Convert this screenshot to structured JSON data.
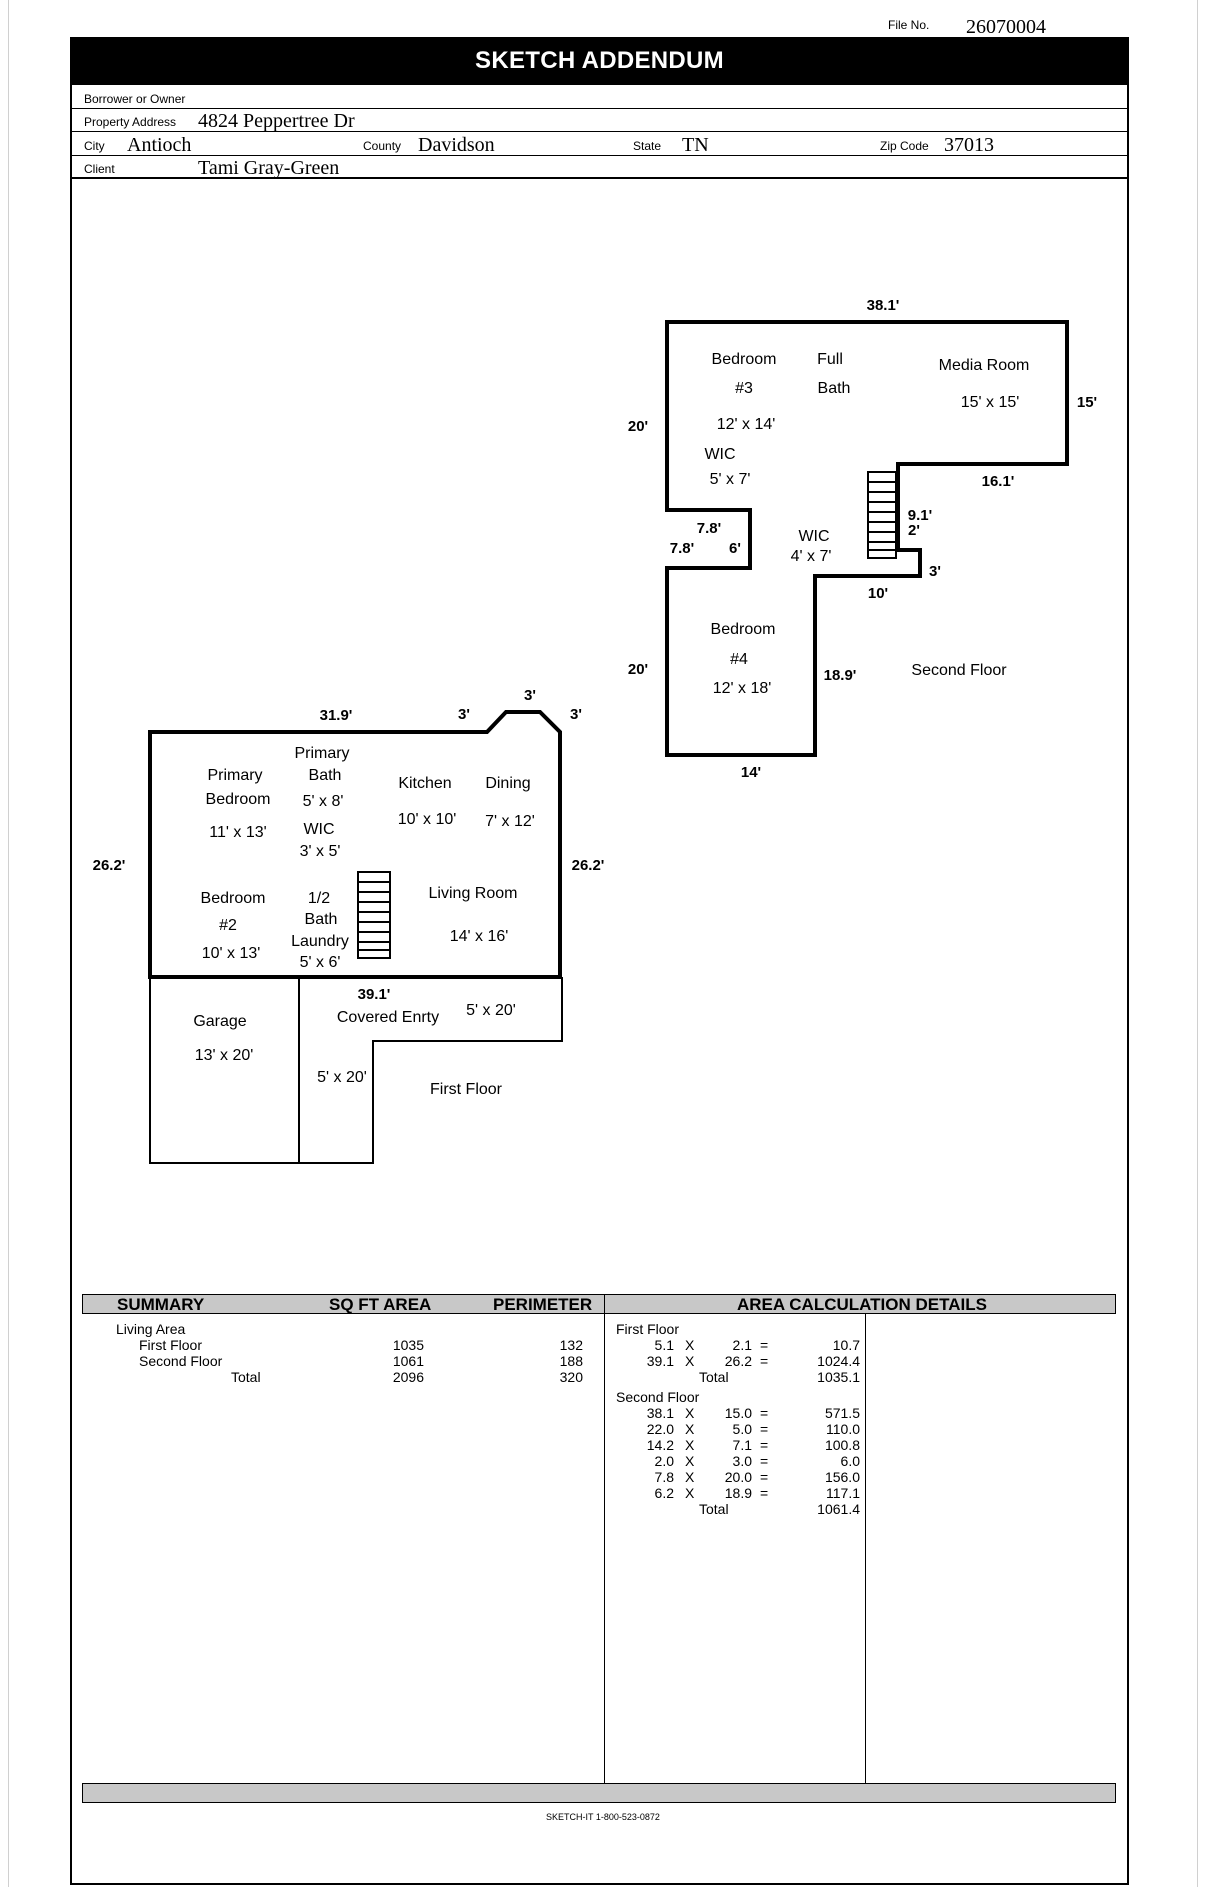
{
  "file_no": {
    "label": "File No.",
    "value": "26070004"
  },
  "title": "SKETCH ADDENDUM",
  "header": {
    "borrower_label": "Borrower or Owner",
    "borrower_value": "",
    "address_label": "Property Address",
    "address_value": "4824 Peppertree Dr",
    "city_label": "City",
    "city_value": "Antioch",
    "county_label": "County",
    "county_value": "Davidson",
    "state_label": "State",
    "state_value": "TN",
    "zip_label": "Zip Code",
    "zip_value": "37013",
    "client_label": "Client",
    "client_value": "Tami Gray-Green"
  },
  "sketch": {
    "second_floor": {
      "label": "Second Floor",
      "rooms": {
        "bedroom3_a": "Bedroom",
        "bedroom3_b": "#3",
        "bedroom3_size": "12' x 14'",
        "full_bath_a": "Full",
        "full_bath_b": "Bath",
        "media_room": "Media Room",
        "media_size": "15' x 15'",
        "wic1": "WIC",
        "wic1_size": "5' x 7'",
        "wic2": "WIC",
        "wic2_size": "4' x 7'",
        "bedroom4_a": "Bedroom",
        "bedroom4_b": "#4",
        "bedroom4_size": "12' x 18'"
      },
      "dims": {
        "top": "38.1'",
        "right": "15'",
        "step": "16.1'",
        "left_top": "20'",
        "notch_top": "7.8'",
        "notch_left": "7.8'",
        "notch_right": "6'",
        "stair_a": "9.1'",
        "stair_b": "2'",
        "stair_c": "3'",
        "stair_d": "10'",
        "left_bottom": "20'",
        "right_bottom": "18.9'",
        "bottom": "14'"
      }
    },
    "first_floor": {
      "label": "First Floor",
      "rooms": {
        "primary_bed_a": "Primary",
        "primary_bed_b": "Bedroom",
        "primary_bed_size": "11' x 13'",
        "primary_bath_a": "Primary",
        "primary_bath_b": "Bath",
        "primary_bath_size": "5' x 8'",
        "wic": "WIC",
        "wic_size": "3' x 5'",
        "kitchen": "Kitchen",
        "kitchen_size": "10' x 10'",
        "dining": "Dining",
        "dining_size": "7' x 12'",
        "bedroom2_a": "Bedroom",
        "bedroom2_b": "#2",
        "bedroom2_size": "10' x 13'",
        "half_bath_a": "1/2",
        "half_bath_b": "Bath",
        "laundry": "Laundry",
        "laundry_size": "5' x 6'",
        "living": "Living Room",
        "living_size": "14' x 16'",
        "garage": "Garage",
        "garage_size": "13' x 20'",
        "covered_entry": "Covered Enrty",
        "covered_size_a": "5' x 20'",
        "covered_size_b": "5' x 20'"
      },
      "dims": {
        "top": "31.9'",
        "top_a": "3'",
        "top_b": "3'",
        "top_c": "3'",
        "left": "26.2'",
        "right": "26.2'",
        "bottom": "39.1'"
      }
    }
  },
  "summary": {
    "headers": {
      "summary": "SUMMARY",
      "area": "SQ FT AREA",
      "perimeter": "PERIMETER",
      "details": "AREA CALCULATION DETAILS"
    },
    "living_area_label": "Living Area",
    "rows": [
      {
        "label": "First Floor",
        "area": "1035",
        "perimeter": "132"
      },
      {
        "label": "Second Floor",
        "area": "1061",
        "perimeter": "188"
      },
      {
        "label": "Total",
        "area": "2096",
        "perimeter": "320"
      }
    ]
  },
  "calc": {
    "first_floor_label": "First Floor",
    "first_floor": [
      {
        "a": "5.1",
        "x": "X",
        "b": "2.1",
        "eq": "=",
        "r": "10.7"
      },
      {
        "a": "39.1",
        "x": "X",
        "b": "26.2",
        "eq": "=",
        "r": "1024.4"
      }
    ],
    "first_total_label": "Total",
    "first_total": "1035.1",
    "second_floor_label": "Second Floor",
    "second_floor": [
      {
        "a": "38.1",
        "x": "X",
        "b": "15.0",
        "eq": "=",
        "r": "571.5"
      },
      {
        "a": "22.0",
        "x": "X",
        "b": "5.0",
        "eq": "=",
        "r": "110.0"
      },
      {
        "a": "14.2",
        "x": "X",
        "b": "7.1",
        "eq": "=",
        "r": "100.8"
      },
      {
        "a": "2.0",
        "x": "X",
        "b": "3.0",
        "eq": "=",
        "r": "6.0"
      },
      {
        "a": "7.8",
        "x": "X",
        "b": "20.0",
        "eq": "=",
        "r": "156.0"
      },
      {
        "a": "6.2",
        "x": "X",
        "b": "18.9",
        "eq": "=",
        "r": "117.1"
      }
    ],
    "second_total_label": "Total",
    "second_total": "1061.4"
  },
  "credit": "SKETCH-IT 1-800-523-0872"
}
